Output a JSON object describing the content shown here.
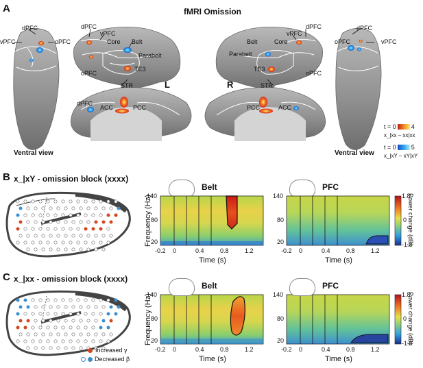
{
  "panelA": {
    "letter": "A",
    "title": "fMRI Omission",
    "hemis": [
      "L",
      "R"
    ],
    "ventral_view": "Ventral view",
    "regions": {
      "dPFC": "dPFC",
      "vPFC": "vPFC",
      "oPFC": "oPFC",
      "Core": "Core",
      "Belt": "Belt",
      "Parabelt": "Parabelt",
      "TE3": "TE3",
      "STR": "STR",
      "ACC": "ACC",
      "PCC": "PCC"
    },
    "legend_hot": {
      "t0": "t = 0",
      "tmax": "4",
      "contrast": "x_|xx – xx|xx",
      "color": "#e8321e"
    },
    "legend_cool": {
      "t0": "t = 0",
      "tmax": "5",
      "contrast": "x_|xY – xY|xY",
      "color": "#2fa3ea"
    }
  },
  "panelB": {
    "letter": "B",
    "title": "x_|xY - omission block (xxxx)",
    "plots": [
      {
        "title": "Belt"
      },
      {
        "title": "PFC"
      }
    ]
  },
  "panelC": {
    "letter": "C",
    "title": "x_|xx - omission block (xxxx)",
    "plots": [
      {
        "title": "Belt"
      },
      {
        "title": "PFC"
      }
    ],
    "legend_increased": "Increased γ",
    "legend_decreased": "Decreased β",
    "increased_color": "#d2451e",
    "decreased_color": "#3a8fce"
  },
  "spectrogram_axes": {
    "ylabel": "Frequency (Hz)",
    "xlabel": "Time (s)",
    "y_ticks": [
      "140",
      "80",
      "20"
    ],
    "x_ticks": [
      "-0.2",
      "0",
      "0.4",
      "0.8",
      "1.2"
    ],
    "colorbar_label": "Power change (dB)",
    "colorbar_ticks": [
      "1.8",
      "0",
      "-1.8"
    ]
  }
}
